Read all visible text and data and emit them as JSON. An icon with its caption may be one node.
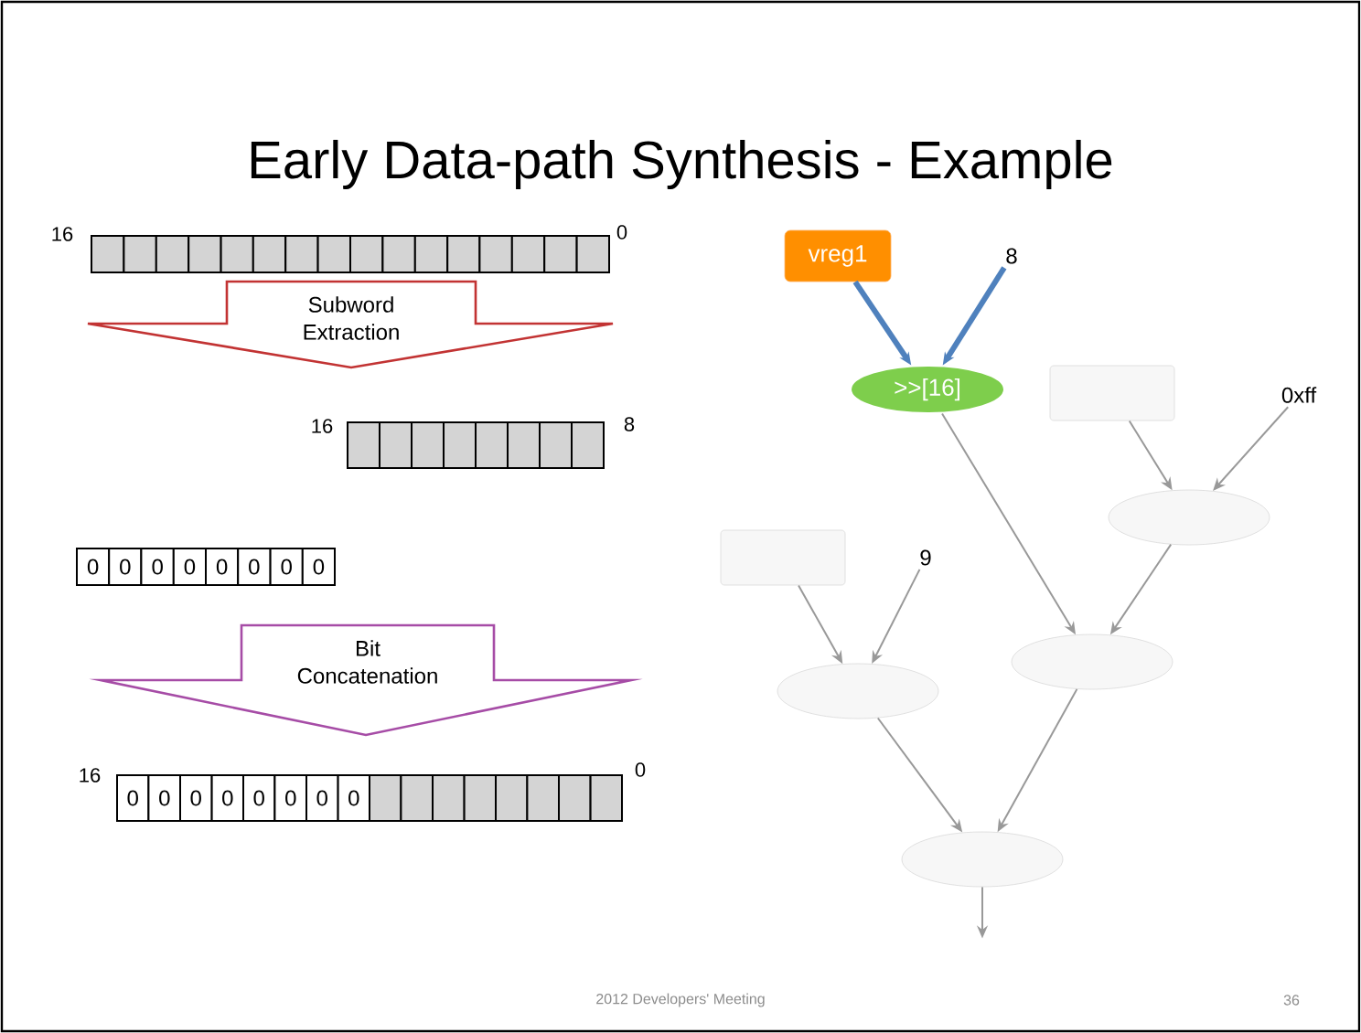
{
  "diagram": {
    "title": "Early Data-path Synthesis - Example",
    "nodes": [
      {
        "text": [
          "Subword Extraction"
        ]
      },
      {
        "text": [
          "Bit Concatenation"
        ]
      },
      {
        "text": [
          "vreg1"
        ]
      },
      {
        "text": [
          "8"
        ]
      },
      {
        "text": [
          ">>[16]"
        ]
      },
      {
        "text": [],
        "shape": "box"
      },
      {
        "text": [
          "0xff"
        ]
      },
      {
        "text": [],
        "shape": "ellipse"
      },
      {
        "text": [],
        "shape": "box"
      },
      {
        "text": [
          "9"
        ]
      },
      {
        "text": [],
        "shape": "ellipse"
      },
      {
        "text": [],
        "shape": "ellipse"
      },
      {
        "text": [],
        "shape": "ellipse"
      }
    ],
    "edges": [
      {
        "from": 2,
        "to": 4,
        "arrow": "to",
        "style": "thick",
        "color": "#4f81bd"
      },
      {
        "from": 3,
        "to": 4,
        "arrow": "to",
        "style": "thick",
        "color": "#4f81bd"
      },
      {
        "from": 4,
        "to": 11,
        "arrow": "to"
      },
      {
        "from": 5,
        "to": 7,
        "arrow": "to"
      },
      {
        "from": 6,
        "to": 7,
        "arrow": "to"
      },
      {
        "from": 7,
        "to": 11,
        "arrow": "to"
      },
      {
        "from": 8,
        "to": 10,
        "arrow": "to"
      },
      {
        "from": 9,
        "to": 10,
        "arrow": "to"
      },
      {
        "from": 10,
        "to": 12,
        "arrow": "to"
      },
      {
        "from": 11,
        "to": 12,
        "arrow": "to"
      },
      {
        "from": 12,
        "to": null,
        "arrow": "to"
      }
    ],
    "labels": [
      "16",
      "0",
      "16",
      "8",
      "0",
      "0",
      "0",
      "0",
      "0",
      "0",
      "0",
      "0",
      "16",
      "0",
      "0",
      "0",
      "0",
      "0",
      "0",
      "0",
      "0",
      "0",
      "2012 Developers' Meeting",
      "36"
    ]
  }
}
